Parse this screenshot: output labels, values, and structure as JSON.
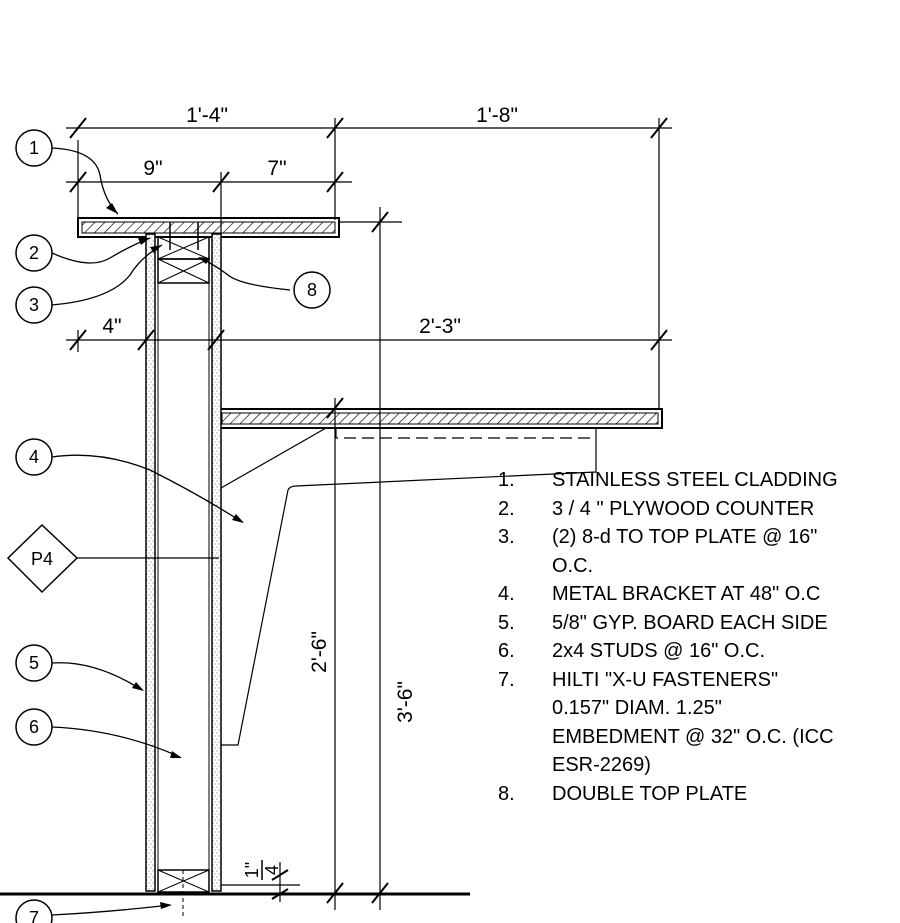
{
  "dimensions": {
    "counter_top_left": "1'-4\"",
    "counter_top_right": "1'-8\"",
    "overhang_left": "9\"",
    "overhang_right": "7\"",
    "wall_offset": "4\"",
    "lower_counter_depth": "2'-3\"",
    "lower_counter_height": "2'-6\"",
    "upper_counter_height": "3'-6\"",
    "fraction_num": "1\"",
    "fraction_den": "4"
  },
  "callouts": [
    "1",
    "2",
    "3",
    "4",
    "5",
    "6",
    "7",
    "8"
  ],
  "tag": "P4",
  "notes": [
    {
      "num": "1.",
      "lines": [
        "STAINLESS STEEL CLADDING"
      ]
    },
    {
      "num": "2.",
      "lines": [
        "3 / 4 \" PLYWOOD COUNTER"
      ]
    },
    {
      "num": "3.",
      "lines": [
        "(2) 8-d TO TOP PLATE @ 16\"",
        "O.C."
      ]
    },
    {
      "num": "4.",
      "lines": [
        "METAL BRACKET AT 48\" O.C"
      ]
    },
    {
      "num": "5.",
      "lines": [
        "5/8\" GYP. BOARD EACH SIDE"
      ]
    },
    {
      "num": "6.",
      "lines": [
        "2x4 STUDS @ 16\" O.C."
      ]
    },
    {
      "num": "7.",
      "lines": [
        "HILTI \"X-U FASTENERS\"",
        "0.157\" DIAM. 1.25\"",
        "EMBEDMENT @ 32\" O.C. (ICC",
        "ESR-2269)"
      ]
    },
    {
      "num": "8.",
      "lines": [
        "DOUBLE TOP PLATE"
      ]
    }
  ]
}
